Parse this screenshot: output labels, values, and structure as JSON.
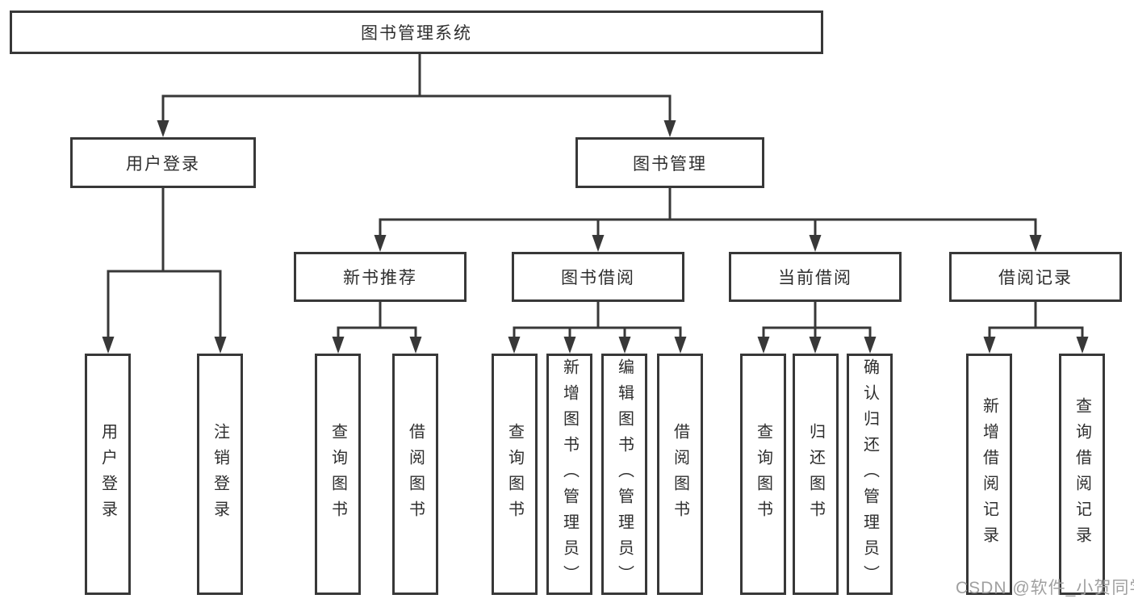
{
  "tree": {
    "label": "图书管理系统",
    "children": [
      {
        "label": "用户登录",
        "children": [
          {
            "label": "用户登录"
          },
          {
            "label": "注销登录"
          }
        ]
      },
      {
        "label": "图书管理",
        "children": [
          {
            "label": "新书推荐",
            "children": [
              {
                "label": "查询图书"
              },
              {
                "label": "借阅图书"
              }
            ]
          },
          {
            "label": "图书借阅",
            "children": [
              {
                "label": "查询图书"
              },
              {
                "label": "新增图书（管理员）"
              },
              {
                "label": "编辑图书（管理员）"
              },
              {
                "label": "借阅图书"
              }
            ]
          },
          {
            "label": "当前借阅",
            "children": [
              {
                "label": "查询图书"
              },
              {
                "label": "归还图书"
              },
              {
                "label": "确认归还（管理员）"
              }
            ]
          },
          {
            "label": "借阅记录",
            "children": [
              {
                "label": "新增借阅记录"
              },
              {
                "label": "查询借阅记录"
              }
            ]
          }
        ]
      }
    ]
  },
  "watermark": "CSDN @软件_小贺同学",
  "colors": {
    "line": "#383838",
    "text": "#2e2e2e",
    "watermark": "#a0a0a0",
    "background": "#ffffff"
  }
}
